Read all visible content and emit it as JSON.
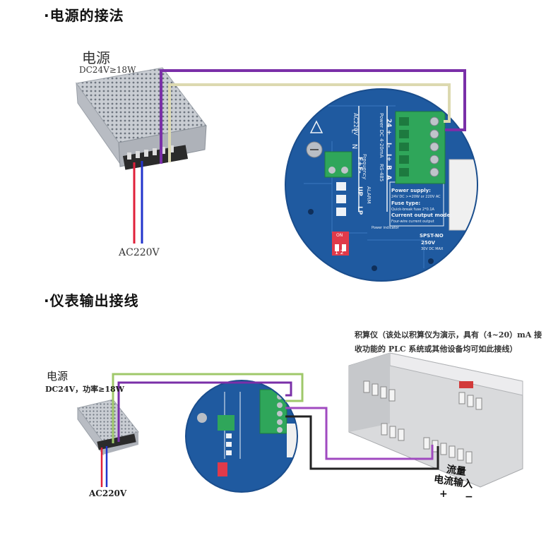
{
  "section1": {
    "title": "·电源的接法",
    "psu_label": "电源",
    "psu_spec": "DC24V≥18W",
    "ac_label": "AC220V",
    "board": {
      "power_dc": "Power DC",
      "plus24": "24 +",
      "minus_l": "L",
      "neutral": "N",
      "ac220": "AC220V",
      "current": "4-20mA",
      "i_minus": "I-",
      "i_plus": "I+",
      "rs485": "RS-485",
      "a": "A",
      "b": "B",
      "frequency": "Frequency",
      "f_plus": "F+",
      "f_minus": "F-",
      "alarm": "ALARM",
      "up": "UP",
      "lp": "LP",
      "ps_title": "Power supply:",
      "ps_value": "24V DC >=20W or 220V AC",
      "fuse_title": "Fuse type:",
      "fuse_value": "Quick-break fuse 2*0.1A",
      "out_title": "Current output mode:",
      "out_value": "Four-wire current output",
      "power_indicator": "Power indicator",
      "relay_title": "SPST-NO",
      "relay_v": "250V",
      "relay_a": "30V DC MAX",
      "dip_on": "ON",
      "dip_nums": "1 2"
    }
  },
  "section2": {
    "title": "·仪表输出接线",
    "psu_label": "电源",
    "psu_spec": "DC24V，功率≥18W",
    "ac_label": "AC220V",
    "note_line1": "积算仪（该处以积算仪为演示，具有（4~20）mA 接",
    "note_line2": "收功能的 PLC 系统或其他设备均可如此接线）",
    "input_label_1": "流量",
    "input_label_2": "电流输入",
    "plus": "+",
    "minus": "−"
  },
  "colors": {
    "wire_purple": "#7a2fa8",
    "wire_beige": "#dcd9b0",
    "wire_green": "#9fc86a",
    "wire_violet": "#a04ac0",
    "wire_black": "#222222",
    "wire_red": "#e0203a",
    "wire_blue": "#2233cc",
    "board_blue": "#1f5aa0",
    "terminal_green": "#2fa65a"
  }
}
